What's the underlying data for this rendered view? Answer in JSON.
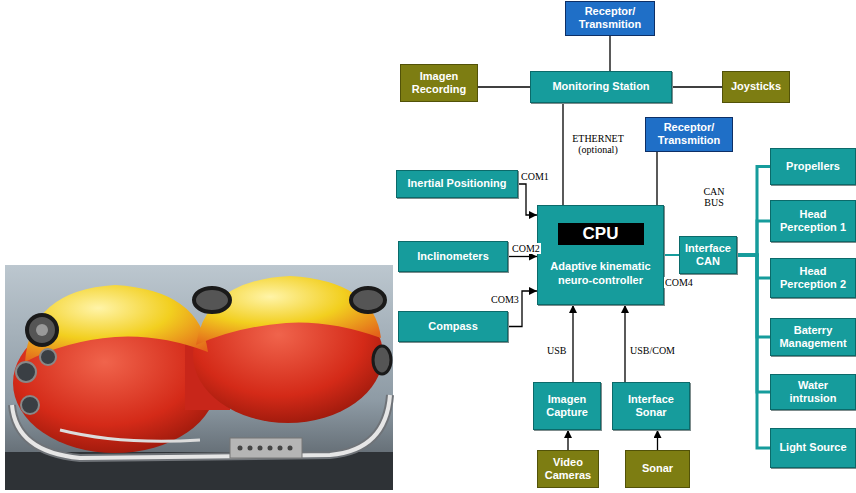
{
  "diagram": {
    "nodes": [
      {
        "text": [
          "Receptor/ Transmition"
        ]
      },
      {
        "text": [
          "Imagen Recording"
        ]
      },
      {
        "text": [
          "Monitoring Station"
        ]
      },
      {
        "text": [
          "Joysticks"
        ]
      },
      {
        "text": [
          "Receptor/ Transmition"
        ]
      },
      {
        "text": [
          "Propellers"
        ]
      },
      {
        "text": [
          "Inertial Positioning"
        ]
      },
      {
        "text": [
          "Head Perception 1"
        ]
      },
      {
        "text": [
          "CPU",
          "Adaptive kinematic neuro-controller"
        ]
      },
      {
        "text": [
          "Inclinometers"
        ]
      },
      {
        "text": [
          "Interface CAN"
        ]
      },
      {
        "text": [
          "Head Perception 2"
        ]
      },
      {
        "text": [
          "Compass"
        ]
      },
      {
        "text": [
          "Baterry Management"
        ]
      },
      {
        "text": [
          "Water intrusion"
        ]
      },
      {
        "text": [
          "Imagen Capture"
        ]
      },
      {
        "text": [
          "Interface Sonar"
        ]
      },
      {
        "text": [
          "Light Source"
        ]
      },
      {
        "text": [
          "Video Cameras"
        ]
      },
      {
        "text": [
          "Sonar"
        ]
      }
    ],
    "edges": [
      {
        "from": 0,
        "to": 2,
        "arrow": "none"
      },
      {
        "from": 1,
        "to": 2,
        "arrow": "none"
      },
      {
        "from": 2,
        "to": 3,
        "arrow": "none"
      },
      {
        "from": 2,
        "to": 8,
        "label": "ETHERNET (optional)",
        "arrow": "none"
      },
      {
        "from": 4,
        "to": 8,
        "arrow": "none"
      },
      {
        "from": 6,
        "to": 8,
        "label": "COM1",
        "arrow": "to"
      },
      {
        "from": 9,
        "to": 8,
        "label": "COM2",
        "arrow": "to"
      },
      {
        "from": 12,
        "to": 8,
        "label": "COM3",
        "arrow": "to"
      },
      {
        "from": 15,
        "to": 8,
        "label": "USB",
        "arrow": "to"
      },
      {
        "from": 16,
        "to": 8,
        "label": "USB/COM",
        "arrow": "to"
      },
      {
        "from": 8,
        "to": 10,
        "label": "COM4",
        "arrow": "none"
      },
      {
        "from": 18,
        "to": 15,
        "arrow": "to"
      },
      {
        "from": 19,
        "to": 16,
        "arrow": "to"
      },
      {
        "from": 10,
        "to": 5,
        "arrow": "none"
      },
      {
        "from": 10,
        "to": 7,
        "arrow": "none"
      },
      {
        "from": 10,
        "to": 11,
        "arrow": "none"
      },
      {
        "from": 10,
        "to": 13,
        "arrow": "none"
      },
      {
        "from": 10,
        "to": 14,
        "arrow": "none"
      },
      {
        "from": 10,
        "to": 17,
        "arrow": "none"
      }
    ],
    "labels": [
      "CAN BUS"
    ]
  }
}
